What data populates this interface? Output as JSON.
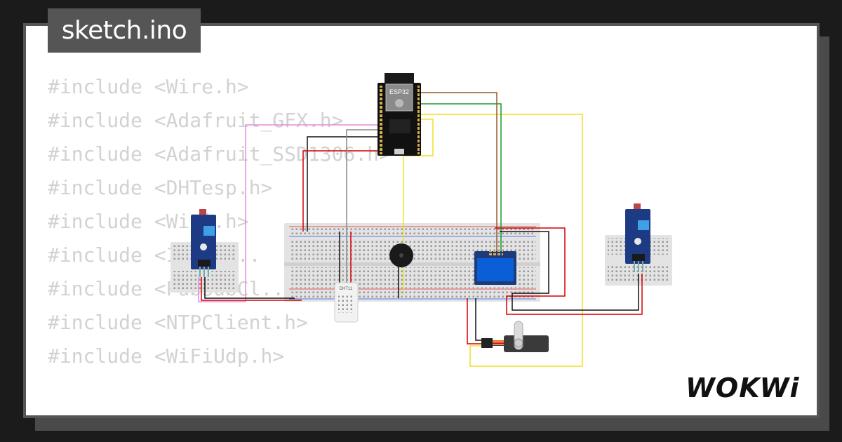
{
  "file_tab": {
    "label": "sketch.ino"
  },
  "code": {
    "lines": [
      "#include <Wire.h>",
      "#include <Adafruit_GFX.h>",
      "#include <Adafruit_SSD1306.h>",
      "#include <DHTesp.h>",
      "#include <WiFi.h>",
      "#include <I2Ser...",
      "#include <PubSubCl...",
      "#include <NTPClient.h>",
      "#include <WiFiUdp.h>"
    ],
    "color": "#d2d2d2"
  },
  "circuit": {
    "esp32_label": "ESP32",
    "dht_label": "DHT11",
    "colors": {
      "breadboard": "#e3e3e3",
      "board_blue": "#1d3b85",
      "oled_screen": "#0b5fd6",
      "wire_red": "#d40000",
      "wire_black": "#111111",
      "wire_yellow": "#f0e020",
      "wire_green": "#1a9a2a",
      "wire_brown": "#9a5a2a",
      "wire_pink": "#e58ae0",
      "wire_gray": "#888888"
    }
  },
  "brand": {
    "logo_text": "WOKWi"
  },
  "colors": {
    "page_background": "#1b1b1b",
    "card_background": "#ffffff",
    "card_border": "#555555",
    "tab_background": "#555555"
  }
}
